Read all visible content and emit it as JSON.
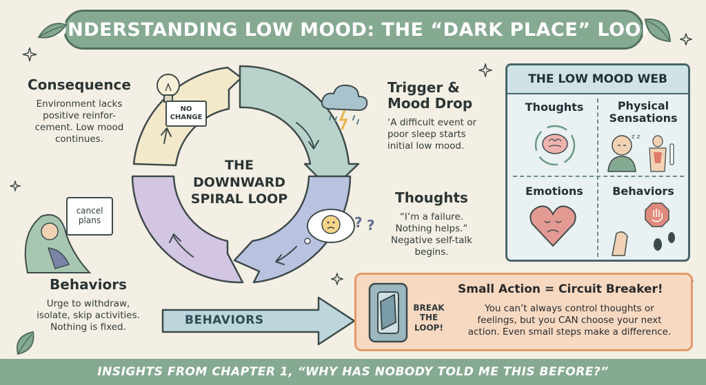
{
  "title": "UNDERSTANDING LOW MOOD: THE “DARK PLACE” LOOP",
  "loop": {
    "center_line1": "THE",
    "center_line2": "DOWNWARD",
    "center_line3": "SPIRAL LOOP",
    "no_change_sign": "NO CHANGE",
    "calendar_label": "cancel plans"
  },
  "stages": {
    "consequence": {
      "heading": "Consequence",
      "body_lines": [
        "Environment lacks",
        "positive reinfor-",
        "cement. Low mood",
        "continues."
      ]
    },
    "trigger": {
      "heading_lines": [
        "Trigger &",
        "Mood Drop"
      ],
      "body_lines": [
        "‘A difficult event or",
        "poor sleep starts",
        "initial low mood."
      ]
    },
    "thoughts": {
      "heading": "Thoughts",
      "body_lines": [
        "“I’m a failure.",
        "Nothing helps.”",
        "Negative self-talk",
        "begins."
      ]
    },
    "behaviors": {
      "heading": "Behaviors",
      "body_lines": [
        "Urge to withdraw,",
        "isolate, skip activities.",
        "Nothing is fixed."
      ]
    }
  },
  "behaviors_arrow": "BEHAVIORS",
  "web": {
    "title": "THE LOW MOOD WEB",
    "thoughts": "Thoughts",
    "physical_line1": "Physical",
    "physical_line2": "Sensations",
    "emotions": "Emotions",
    "behaviors": "Behaviors"
  },
  "circuit_breaker": {
    "title": "Small Action = Circuit Breaker!",
    "switch_line1": "BREAK",
    "switch_line2": "THE",
    "switch_line3": "LOOP!",
    "body_lines": [
      "You can’t always control thoughts or",
      "feelings, but you CAN choose your next",
      "action. Even small steps make a difference."
    ]
  },
  "footer": "INSIGHTS FROM CHAPTER 1, “WHY HAS NOBODY TOLD ME THIS BEFORE?”",
  "colors": {
    "banner": "#86a992",
    "segment_top_left": "#f3e8c9",
    "segment_top_right": "#b9d3cc",
    "segment_bottom_right": "#b9c3e0",
    "segment_bottom_left": "#d3c6e2",
    "accent_orange": "#e39a6a"
  },
  "icons": [
    "lightbulb-icon",
    "storm-cloud-icon",
    "sad-thought-bubble-icon",
    "calendar-icon",
    "brain-icon",
    "sad-heart-icon",
    "stop-sign-icon",
    "switch-icon",
    "sparkle-icon",
    "leaf-icon"
  ]
}
